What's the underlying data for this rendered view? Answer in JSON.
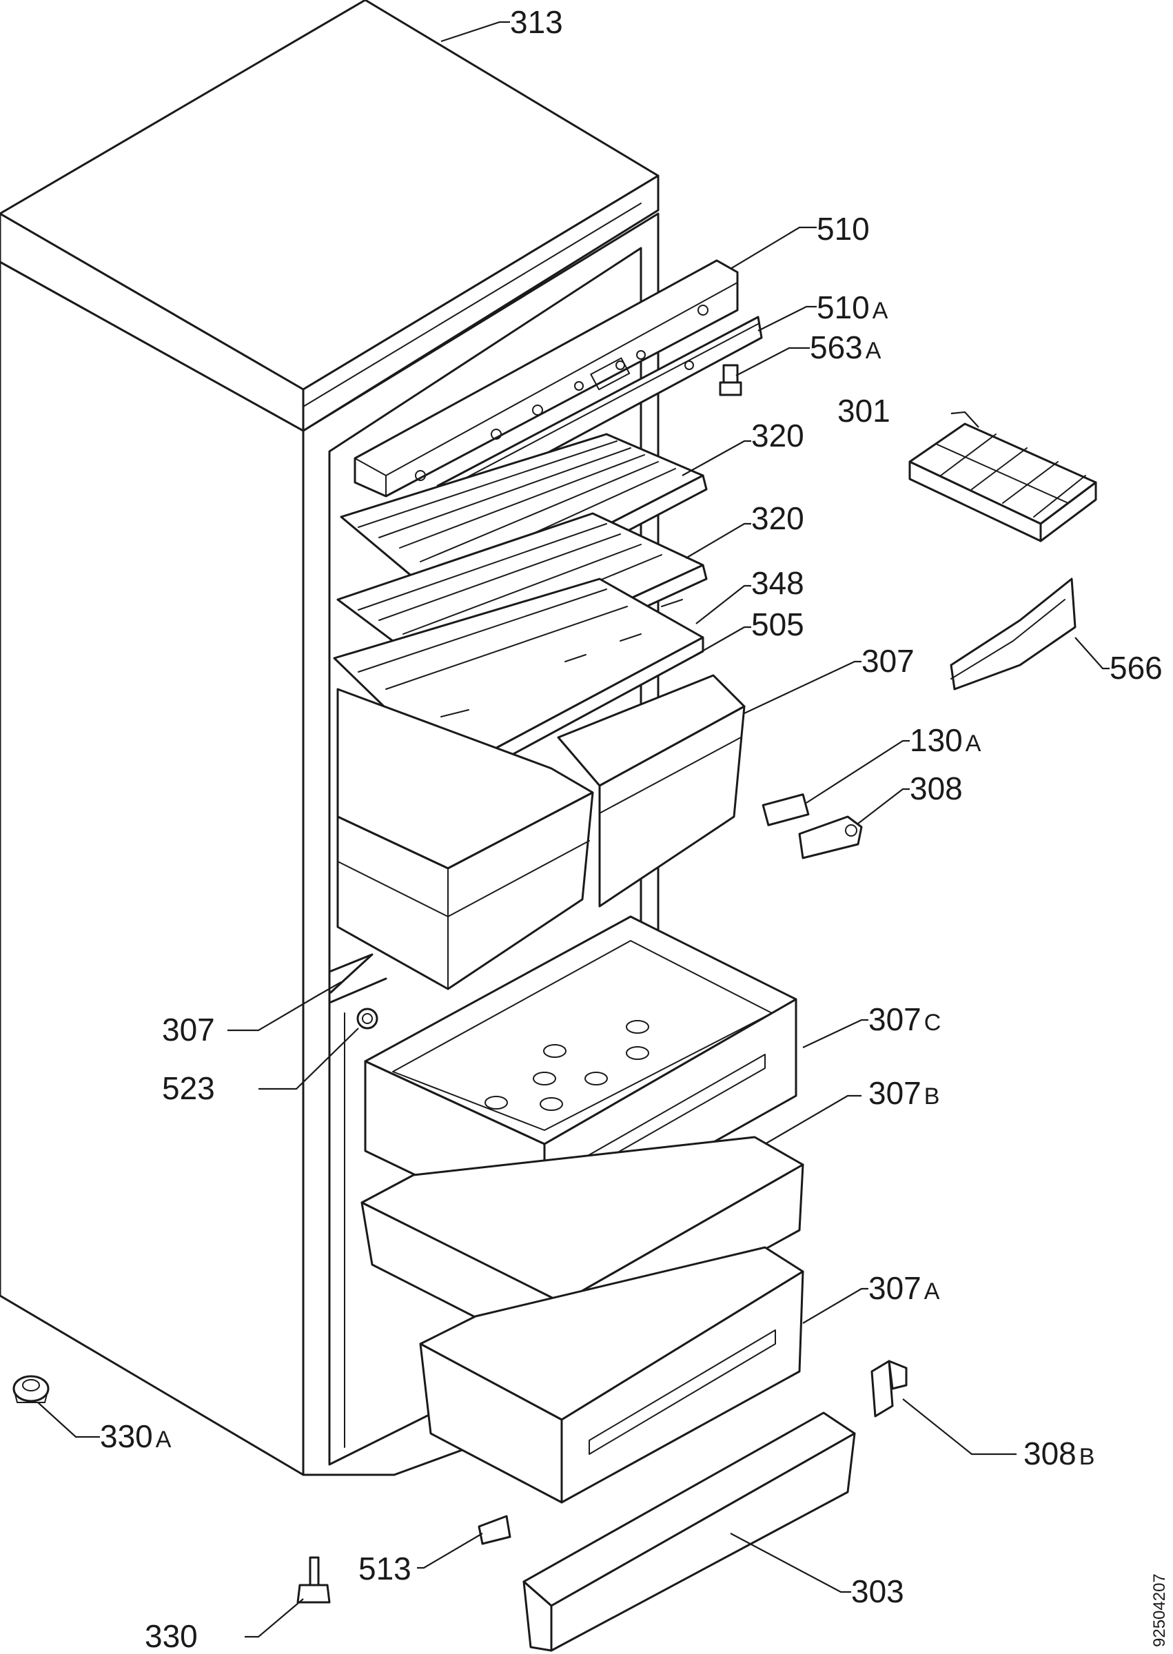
{
  "callouts": [
    {
      "id": "313",
      "num": "313",
      "suffix": ""
    },
    {
      "id": "510",
      "num": "510",
      "suffix": ""
    },
    {
      "id": "510a",
      "num": "510",
      "suffix": "A"
    },
    {
      "id": "563a",
      "num": "563",
      "suffix": "A"
    },
    {
      "id": "301",
      "num": "301",
      "suffix": ""
    },
    {
      "id": "320-upper",
      "num": "320",
      "suffix": ""
    },
    {
      "id": "320-lower",
      "num": "320",
      "suffix": ""
    },
    {
      "id": "348",
      "num": "348",
      "suffix": ""
    },
    {
      "id": "505",
      "num": "505",
      "suffix": ""
    },
    {
      "id": "307-upper",
      "num": "307",
      "suffix": ""
    },
    {
      "id": "566",
      "num": "566",
      "suffix": ""
    },
    {
      "id": "130a",
      "num": "130",
      "suffix": "A"
    },
    {
      "id": "308",
      "num": "308",
      "suffix": ""
    },
    {
      "id": "307-left",
      "num": "307",
      "suffix": ""
    },
    {
      "id": "307c",
      "num": "307",
      "suffix": "C"
    },
    {
      "id": "523",
      "num": "523",
      "suffix": ""
    },
    {
      "id": "307b",
      "num": "307",
      "suffix": "B"
    },
    {
      "id": "307a",
      "num": "307",
      "suffix": "A"
    },
    {
      "id": "330a",
      "num": "330",
      "suffix": "A"
    },
    {
      "id": "308b",
      "num": "308",
      "suffix": "B"
    },
    {
      "id": "513",
      "num": "513",
      "suffix": ""
    },
    {
      "id": "303",
      "num": "303",
      "suffix": ""
    },
    {
      "id": "330",
      "num": "330",
      "suffix": ""
    }
  ],
  "drawing_code": "92504207"
}
